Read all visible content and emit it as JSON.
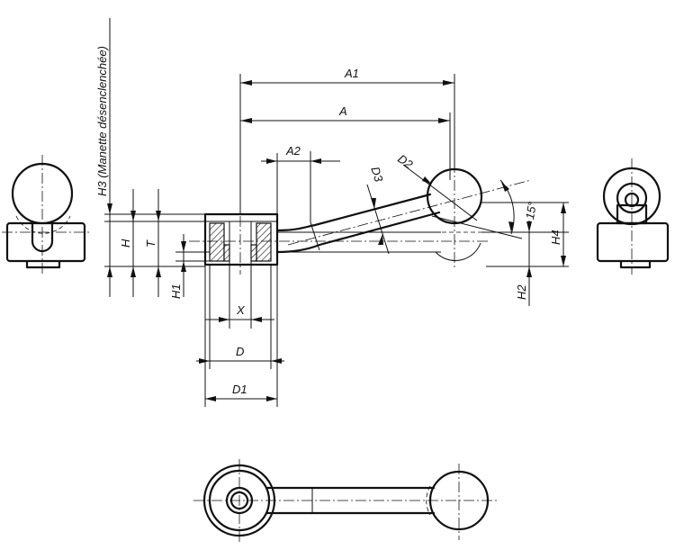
{
  "labels": {
    "A1": "A1",
    "A": "A",
    "A2": "A2",
    "D2": "D2",
    "D3": "D3",
    "angle": "15°",
    "H3": "H3 (Manette désenclenchée)",
    "H": "H",
    "T": "T",
    "H1": "H1",
    "H2": "H2",
    "H4": "H4",
    "X": "X",
    "D": "D",
    "D1": "D1"
  },
  "handle_angle_deg": 15
}
